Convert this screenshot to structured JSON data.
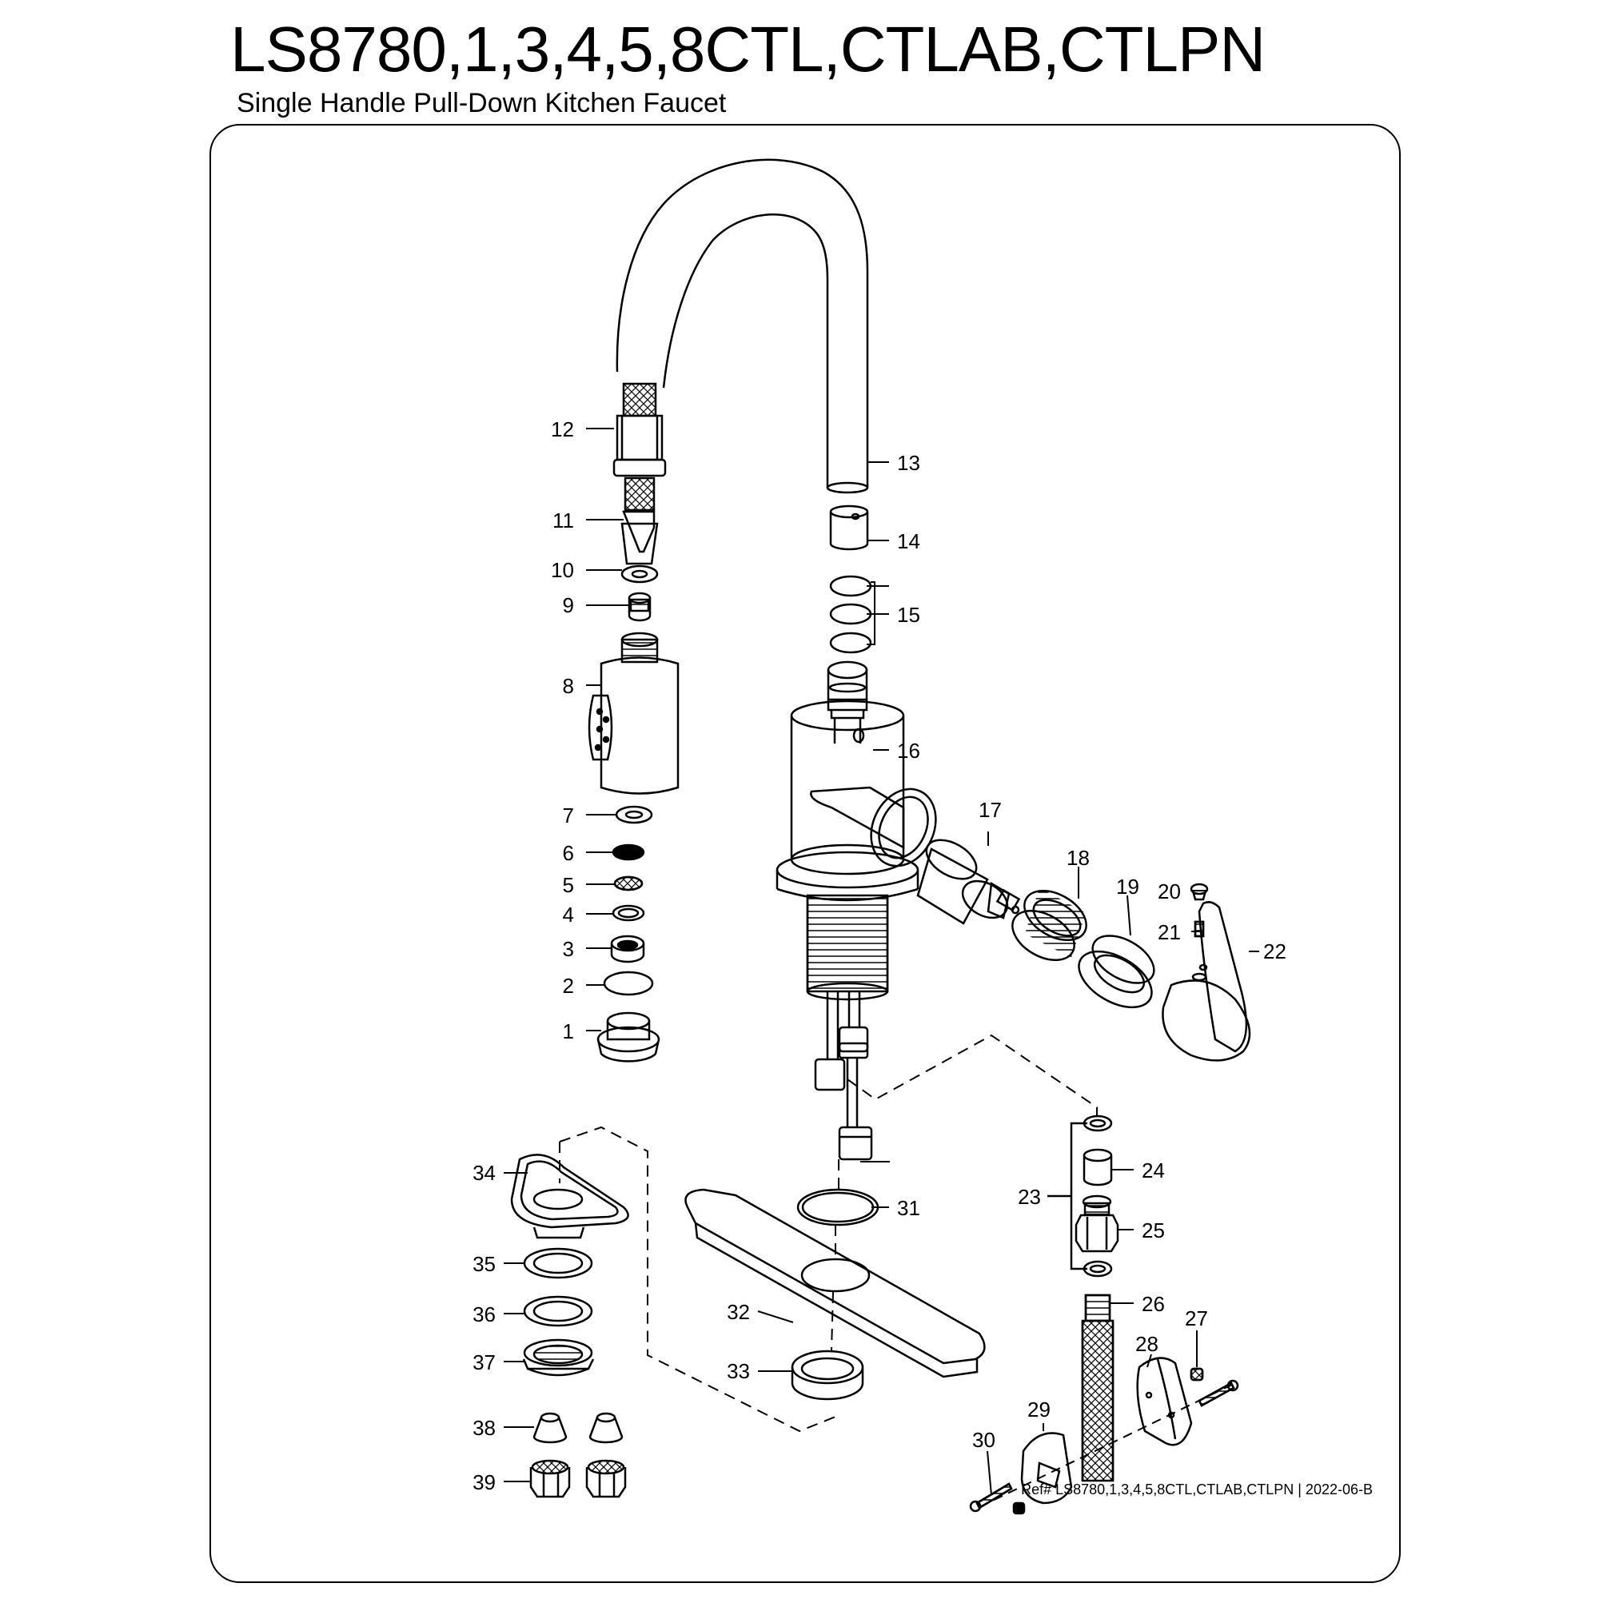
{
  "header": {
    "title": "LS8780,1,3,4,5,8CTL,CTLAB,CTLPN",
    "subtitle": "Single Handle Pull-Down Kitchen Faucet"
  },
  "footer": {
    "ref": "Ref# LS8780,1,3,4,5,8CTL,CTLAB,CTLPN | 2022-06-B"
  },
  "callouts": {
    "p1": "1",
    "p2": "2",
    "p3": "3",
    "p4": "4",
    "p5": "5",
    "p6": "6",
    "p7": "7",
    "p8": "8",
    "p9": "9",
    "p10": "10",
    "p11": "11",
    "p12": "12",
    "p13": "13",
    "p14": "14",
    "p15": "15",
    "p16": "16",
    "p17": "17",
    "p18": "18",
    "p19": "19",
    "p20": "20",
    "p21": "21",
    "p22": "22",
    "p23": "23",
    "p24": "24",
    "p25": "25",
    "p26": "26",
    "p27": "27",
    "p28": "28",
    "p29": "29",
    "p30": "30",
    "p31": "31",
    "p32": "32",
    "p33": "33",
    "p34": "34",
    "p35": "35",
    "p36": "36",
    "p37": "37",
    "p38": "38",
    "p39": "39"
  }
}
